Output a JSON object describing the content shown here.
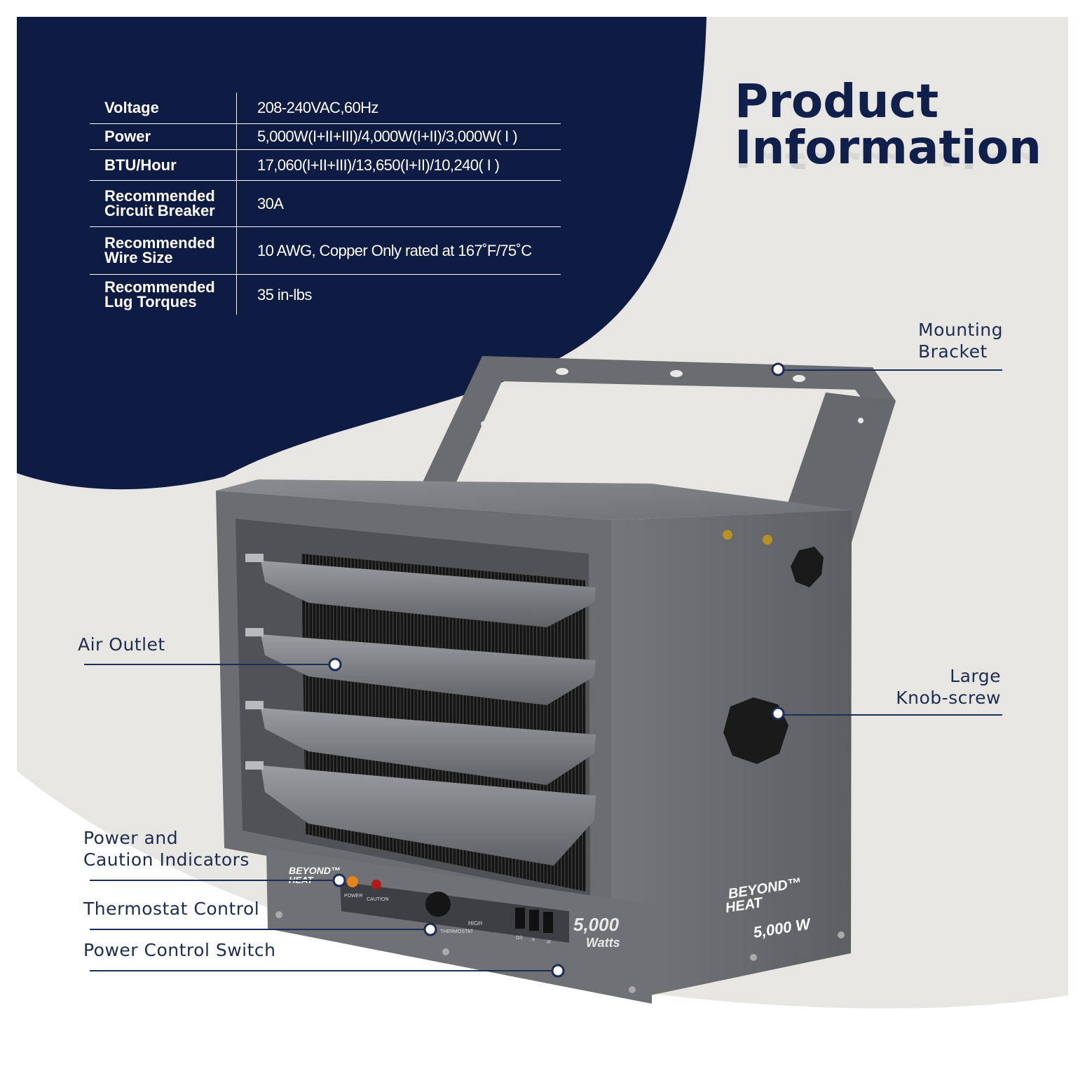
{
  "title": {
    "line1": "Product",
    "line2": "Information"
  },
  "specs": [
    {
      "label": "Voltage",
      "value": "208-240VAC,60Hz"
    },
    {
      "label": "Power",
      "value": "5,000W(I+II+III)/4,000W(I+II)/3,000W( I )"
    },
    {
      "label": "BTU/Hour",
      "value": "17,060(I+II+III)/13,650(I+II)/10,240( I )"
    },
    {
      "label": "Recommended Circuit Breaker",
      "label_line1": "Recommended",
      "label_line2": "Circuit Breaker",
      "value": "30A"
    },
    {
      "label": "Recommended Wire Size",
      "label_line1": "Recommended",
      "label_line2": "Wire Size",
      "value": "10 AWG, Copper Only rated at 167˚F/75˚C"
    },
    {
      "label": "Recommended Lug Torques",
      "label_line1": "Recommended",
      "label_line2": "Lug Torques",
      "value": "35 in-lbs"
    }
  ],
  "callouts": {
    "mounting_bracket": {
      "line1": "Mounting",
      "line2": "Bracket"
    },
    "air_outlet": "Air Outlet",
    "large_knob_screw": {
      "line1": "Large",
      "line2": "Knob-screw"
    },
    "indicators": {
      "line1": "Power and",
      "line2": "Caution Indicators"
    },
    "thermostat": "Thermostat Control",
    "power_switch": "Power Control Switch"
  },
  "product": {
    "brand_line1": "BEYOND",
    "brand_line2": "HEAT",
    "trademark": "™",
    "wattage_side": "5,000 W",
    "wattage_front_num": "5,000",
    "wattage_front_unit": "Watts",
    "led_power_label": "POWER",
    "led_caution_label": "CAUTION",
    "thermostat_label": "THERMOSTAT",
    "thermostat_high": "HIGH",
    "switch_labels": [
      "O/I",
      "II",
      "III"
    ]
  },
  "colors": {
    "navy": "#0e1c43",
    "gray_bg": "#e7e6e2",
    "heater_gray": "#6b6d70",
    "callout_line": "#1b2d58"
  }
}
